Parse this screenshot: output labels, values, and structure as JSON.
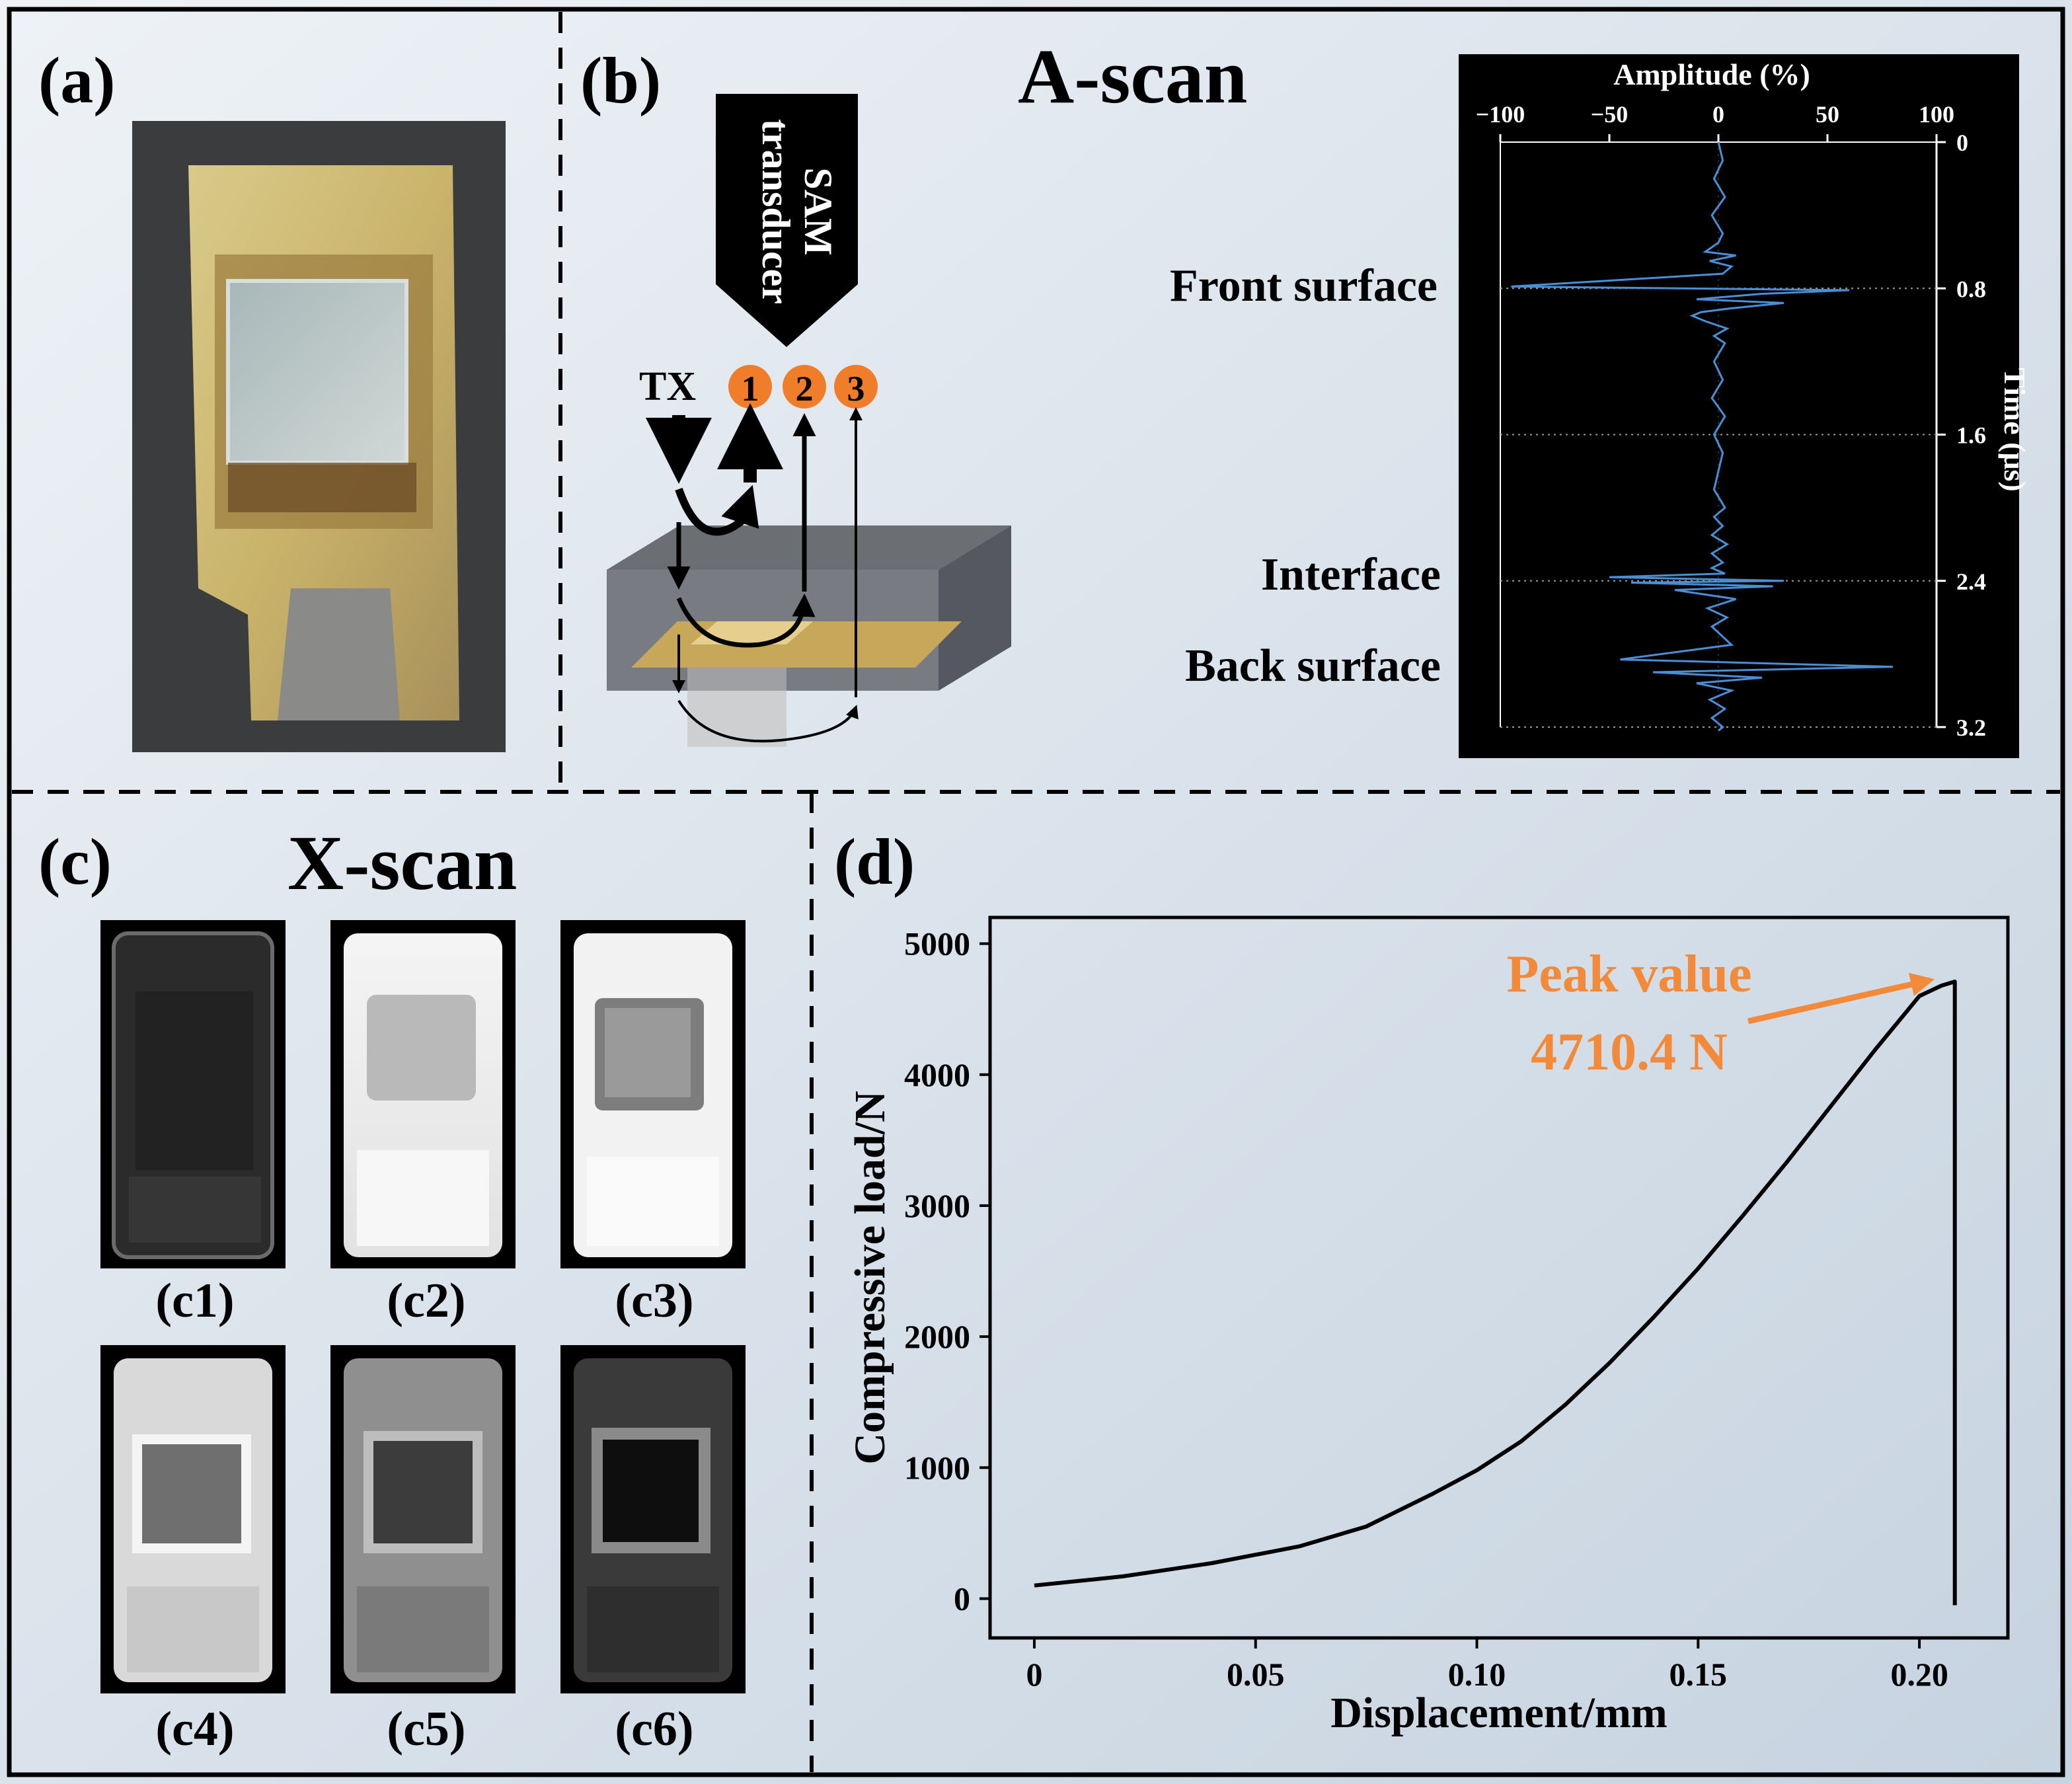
{
  "panels": {
    "a": {
      "label": "(a)"
    },
    "b": {
      "label": "(b)",
      "title": "A-scan",
      "transducer_label_line1": "SAM",
      "transducer_label_line2": "transducer",
      "tx_label": "TX",
      "echo_markers": [
        "1",
        "2",
        "3"
      ],
      "echo_labels": [
        "Front surface",
        "Interface",
        "Back surface"
      ]
    },
    "c": {
      "label": "(c)",
      "title": "X-scan",
      "sublabels": [
        "(c1)",
        "(c2)",
        "(c3)",
        "(c4)",
        "(c5)",
        "(c6)"
      ]
    },
    "d": {
      "label": "(d)",
      "annotation_line1": "Peak value",
      "annotation_line2": "4710.4 N"
    }
  },
  "colors": {
    "marker_orange": "#f07d2a",
    "annotation_orange": "#f28a3a",
    "signal_blue": "#4a8fd6",
    "panel_bg": "#dfe6ee"
  },
  "chart_data": [
    {
      "type": "line",
      "title": "",
      "xlabel": "Amplitude (%)",
      "ylabel": "Time (μs)",
      "xlim": [
        -100,
        100
      ],
      "ylim": [
        0,
        3.2
      ],
      "xticks": [
        "−100",
        "−50",
        "0",
        "50",
        "100"
      ],
      "yticks": [
        "0",
        "0.8",
        "1.6",
        "2.4",
        "3.2"
      ],
      "xtick_values": [
        -100,
        -50,
        0,
        50,
        100
      ],
      "ytick_values": [
        0,
        0.8,
        1.6,
        2.4,
        3.2
      ],
      "dotted_gridlines_time": [
        0.8,
        1.6,
        2.4,
        3.2
      ],
      "background": "black",
      "series": [
        {
          "amplitude": [
            0,
            2,
            -2,
            3,
            -3,
            2,
            0,
            -6,
            8,
            -4,
            6,
            2,
            -95,
            60,
            20,
            -10,
            30,
            5,
            -8,
            -12,
            -6,
            4,
            -2,
            3,
            -2,
            2,
            -3,
            3,
            -2,
            2,
            0,
            -2,
            3,
            -2,
            2,
            -3,
            4,
            -3,
            2,
            -3,
            3,
            -50,
            30,
            -40,
            25,
            -20,
            8,
            -5,
            4,
            -3,
            6,
            -45,
            80,
            -30,
            20,
            -10,
            6,
            -4,
            3,
            -3,
            2,
            0
          ],
          "time": [
            0.0,
            0.1,
            0.2,
            0.3,
            0.4,
            0.5,
            0.55,
            0.6,
            0.62,
            0.65,
            0.68,
            0.72,
            0.79,
            0.81,
            0.83,
            0.86,
            0.88,
            0.91,
            0.93,
            0.95,
            0.98,
            1.02,
            1.06,
            1.1,
            1.2,
            1.3,
            1.4,
            1.5,
            1.6,
            1.7,
            1.8,
            1.9,
            2.0,
            2.05,
            2.1,
            2.15,
            2.2,
            2.25,
            2.3,
            2.33,
            2.36,
            2.38,
            2.4,
            2.41,
            2.43,
            2.45,
            2.5,
            2.55,
            2.6,
            2.65,
            2.75,
            2.83,
            2.87,
            2.9,
            2.93,
            2.96,
            3.0,
            3.05,
            3.1,
            3.15,
            3.2,
            3.25
          ]
        }
      ]
    },
    {
      "type": "line",
      "title": "",
      "xlabel": "Displacement/mm",
      "ylabel": "Compressive load/N",
      "xlim": [
        -0.01,
        0.22
      ],
      "ylim": [
        -300,
        5200
      ],
      "xticks": [
        "0",
        "0.05",
        "0.10",
        "0.15",
        "0.20"
      ],
      "yticks": [
        "0",
        "1000",
        "2000",
        "3000",
        "4000",
        "5000"
      ],
      "xtick_values": [
        0,
        0.05,
        0.1,
        0.15,
        0.2
      ],
      "ytick_values": [
        0,
        1000,
        2000,
        3000,
        4000,
        5000
      ],
      "series": [
        {
          "x": [
            0,
            0.02,
            0.04,
            0.06,
            0.075,
            0.09,
            0.1,
            0.11,
            0.12,
            0.13,
            0.14,
            0.15,
            0.16,
            0.17,
            0.18,
            0.19,
            0.2,
            0.205,
            0.208,
            0.208
          ],
          "y": [
            100,
            170,
            270,
            400,
            550,
            800,
            980,
            1200,
            1480,
            1800,
            2150,
            2520,
            2920,
            3330,
            3760,
            4190,
            4600,
            4680,
            4710.4,
            -50
          ]
        }
      ],
      "peak": {
        "x": 0.208,
        "y": 4710.4
      }
    }
  ]
}
